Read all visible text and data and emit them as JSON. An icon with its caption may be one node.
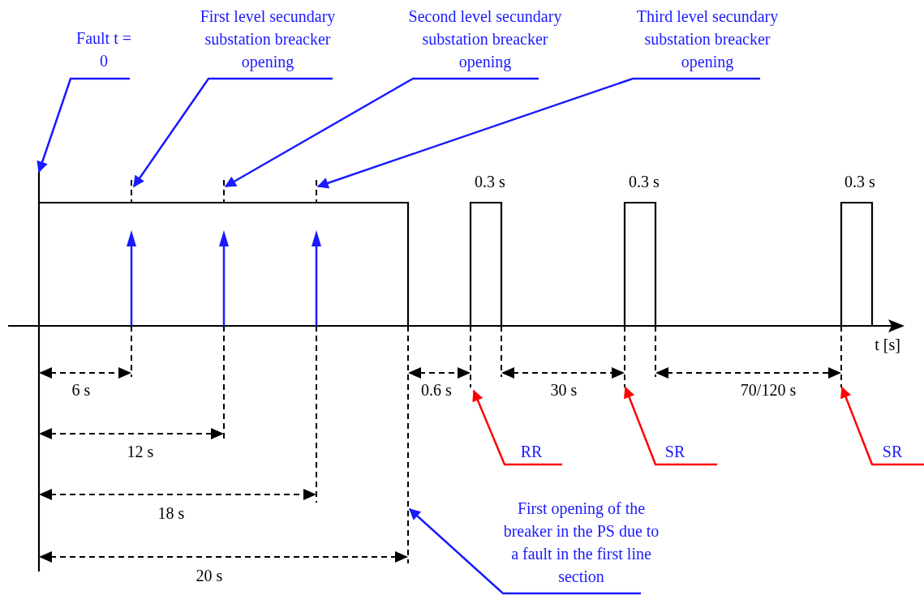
{
  "diagram": {
    "nodes": [
      {
        "text": [
          "Fault t = 0"
        ]
      },
      {
        "text": [
          "First level secundary substation breacker opening"
        ]
      },
      {
        "text": [
          "Second level secundary substation breacker opening"
        ]
      },
      {
        "text": [
          "Third level secundary substation breacker opening"
        ]
      },
      {
        "text": [
          "First opening of the breaker in the PS due to a fault in the first line section"
        ]
      },
      {
        "text": [
          "RR"
        ]
      },
      {
        "text": [
          "SR"
        ]
      },
      {
        "text": [
          "SR"
        ]
      }
    ],
    "edges": [
      {
        "from": 0,
        "to": null,
        "arrow": "to"
      },
      {
        "from": 1,
        "to": null,
        "arrow": "to"
      },
      {
        "from": 2,
        "to": null,
        "arrow": "to"
      },
      {
        "from": 3,
        "to": null,
        "arrow": "to"
      },
      {
        "from": 4,
        "to": null,
        "arrow": "to"
      },
      {
        "from": 5,
        "to": null,
        "arrow": "to",
        "color": "#ff0000"
      },
      {
        "from": 6,
        "to": null,
        "arrow": "to",
        "color": "#ff0000"
      },
      {
        "from": 7,
        "to": null,
        "arrow": "to",
        "color": "#ff0000"
      }
    ],
    "labels": [
      "0.3 s",
      "0.3 s",
      "0.3 s",
      "t [s]",
      "6 s",
      "0.6 s",
      "30 s",
      "70/120 s",
      "12 s",
      "18 s",
      "20 s"
    ]
  }
}
